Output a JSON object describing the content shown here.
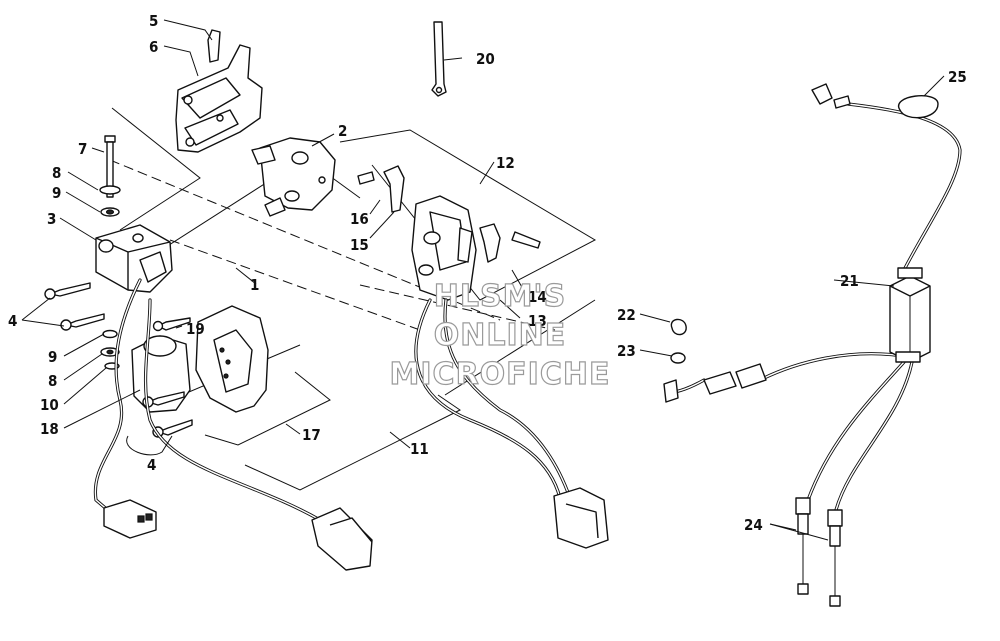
{
  "callouts": {
    "c1": "1",
    "c2": "2",
    "c3": "3",
    "c4a": "4",
    "c4b": "4",
    "c5": "5",
    "c6": "6",
    "c7": "7",
    "c8a": "8",
    "c8b": "8",
    "c9a": "9",
    "c9b": "9",
    "c10": "10",
    "c11": "11",
    "c12": "12",
    "c13": "13",
    "c14": "14",
    "c15": "15",
    "c16": "16",
    "c17": "17",
    "c18": "18",
    "c19": "19",
    "c20": "20",
    "c21": "21",
    "c22": "22",
    "c23": "23",
    "c24": "24",
    "c25": "25"
  },
  "watermark": {
    "line1": "HLSM'S",
    "line2": "ONLINE",
    "line3": "MICROFICHE"
  }
}
